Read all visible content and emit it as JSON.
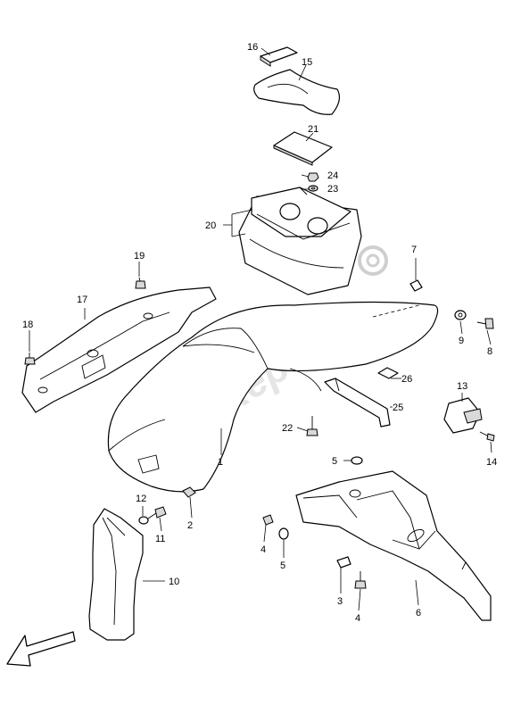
{
  "watermark": {
    "text": "PartsRepublik",
    "icon": "gear-icon"
  },
  "callouts": {
    "c1": "1",
    "c2": "2",
    "c3": "3",
    "c4a": "4",
    "c4b": "4",
    "c5a": "5",
    "c5b": "5",
    "c6": "6",
    "c7": "7",
    "c8": "8",
    "c9": "9",
    "c10": "10",
    "c11": "11",
    "c12": "12",
    "c13": "13",
    "c14": "14",
    "c15": "15",
    "c16": "16",
    "c17": "17",
    "c18": "18",
    "c19": "19",
    "c20": "20",
    "c21": "21",
    "c22": "22",
    "c23": "23",
    "c24": "24",
    "c25": "25",
    "c26": "26"
  },
  "direction_arrow": {
    "icon": "front-direction-arrow-icon"
  }
}
